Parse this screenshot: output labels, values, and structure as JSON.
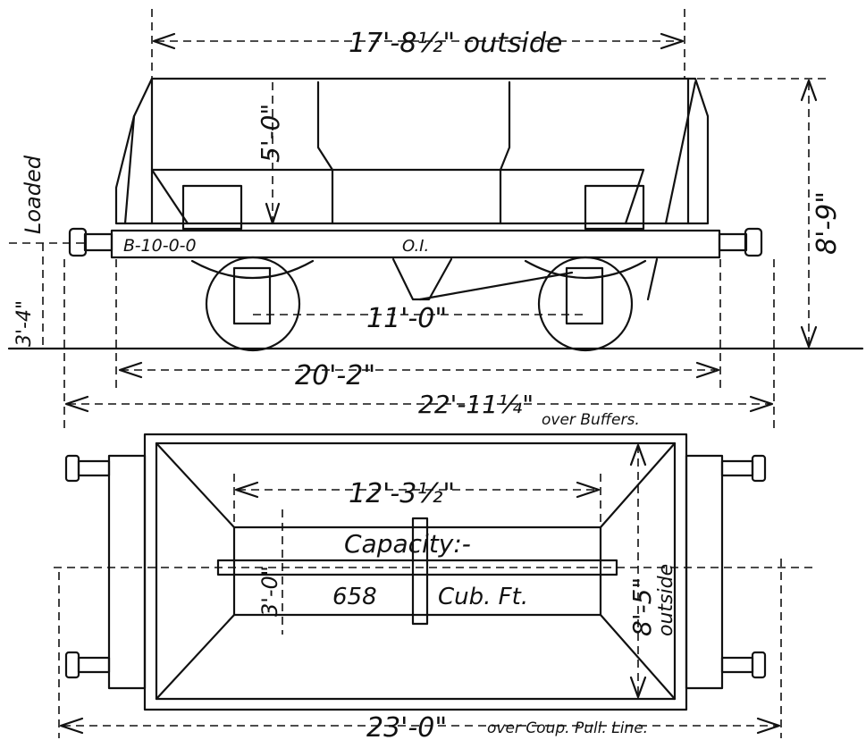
{
  "side_view": {
    "length_outside": "17'-8½\" outside",
    "height_inner": "5'-0\"",
    "height_total": "8'-9\"",
    "load_label": "Loaded",
    "buffer_height": "3'-4\"",
    "solebar_number": "B-10-0-0",
    "solebar_mark": "O.I.",
    "wheelbase": "11'-0\"",
    "length_frame": "20'-2\"",
    "length_buffers": "22'-11¼\"",
    "length_buffers_note": "over Buffers."
  },
  "plan_view": {
    "door_span": "12'-3½\"",
    "capacity_label": "Capacity:-",
    "capacity_value": "658",
    "capacity_unit": "Cub. Ft.",
    "door_width": "3'-0\"",
    "width_outside": "8'-5\"",
    "width_outside_note": "outside",
    "length_coupling": "23'-0\"",
    "length_coupling_note": "over Coup. Pull. Line."
  }
}
